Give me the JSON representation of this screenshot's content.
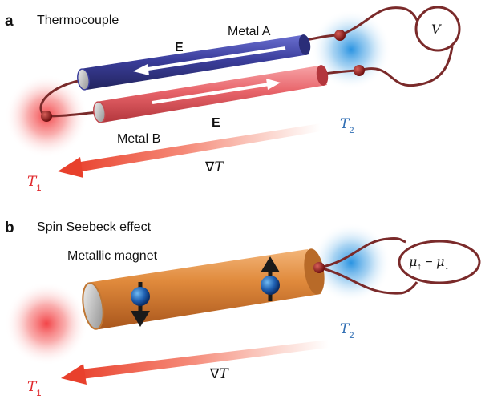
{
  "panel_a": {
    "letter": "a",
    "title": "Thermocouple",
    "metal_a": "Metal A",
    "metal_b": "Metal B",
    "efield_top": "E",
    "efield_bottom": "E",
    "voltmeter": "V",
    "t1": "T",
    "t1_sub": "1",
    "t2": "T",
    "t2_sub": "2",
    "grad_symbol": "∇",
    "grad_var": "T"
  },
  "panel_b": {
    "letter": "b",
    "title": "Spin Seebeck effect",
    "magnet": "Metallic magnet",
    "mu_left": "μ",
    "mu_left_sub": "↑",
    "mu_minus": " − ",
    "mu_right": "μ",
    "mu_right_sub": "↓",
    "t1": "T",
    "t1_sub": "1",
    "t2": "T",
    "t2_sub": "2",
    "grad_symbol": "∇",
    "grad_var": "T"
  },
  "colors": {
    "metal_a": "#3b3e9c",
    "metal_b": "#e8646a",
    "magnet": "#e08a3c",
    "hot": "#e0282c",
    "cold": "#2f6db3",
    "wire": "#7a2a2a"
  }
}
